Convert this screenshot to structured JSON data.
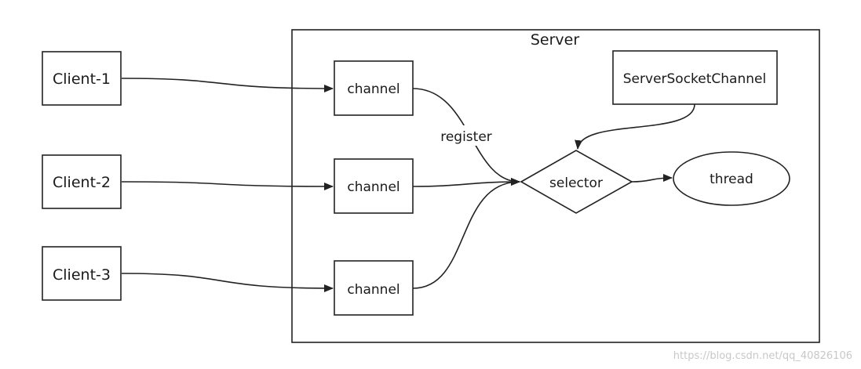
{
  "diagram": {
    "server_label": "Server",
    "clients": [
      {
        "label": "Client-1"
      },
      {
        "label": "Client-2"
      },
      {
        "label": "Client-3"
      }
    ],
    "channels": [
      {
        "label": "channel"
      },
      {
        "label": "channel"
      },
      {
        "label": "channel"
      }
    ],
    "server_socket_label": "ServerSocketChannel",
    "selector_label": "selector",
    "thread_label": "thread",
    "register_label": "register",
    "watermark": "https://blog.csdn.net/qq_40826106"
  }
}
